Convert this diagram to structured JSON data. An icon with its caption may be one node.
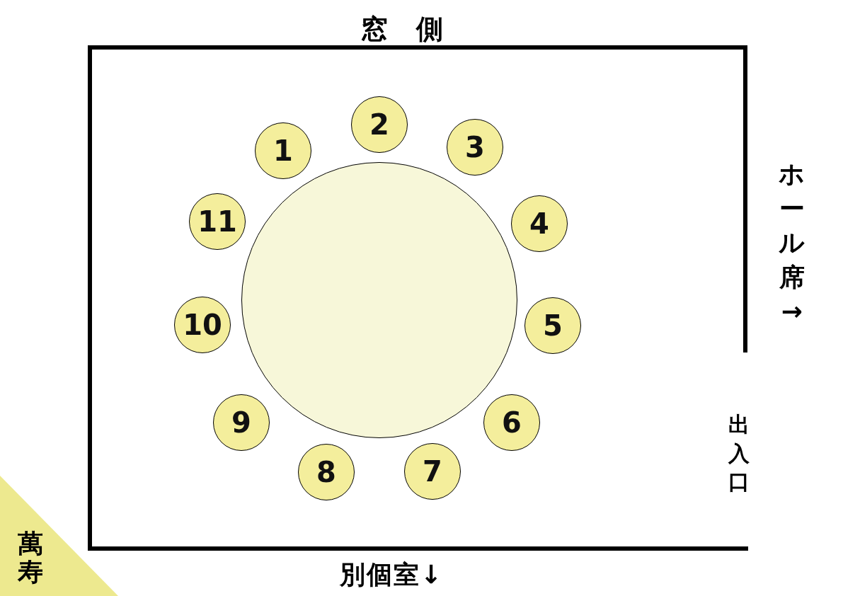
{
  "diagram": {
    "nodes": [
      {
        "text": [],
        "shape": "box"
      },
      {
        "text": [],
        "shape": "circle",
        "in": 0
      },
      {
        "text": [
          "1"
        ],
        "in": 0
      },
      {
        "text": [
          "2"
        ],
        "in": 0
      },
      {
        "text": [
          "3"
        ],
        "in": 0
      },
      {
        "text": [
          "4"
        ],
        "in": 0
      },
      {
        "text": [
          "5"
        ],
        "in": 0
      },
      {
        "text": [
          "6"
        ],
        "in": 0
      },
      {
        "text": [
          "7"
        ],
        "in": 0
      },
      {
        "text": [
          "8"
        ],
        "in": 0
      },
      {
        "text": [
          "9"
        ],
        "in": 0
      },
      {
        "text": [
          "10"
        ],
        "in": 0
      },
      {
        "text": [
          "11"
        ],
        "in": 0
      },
      {
        "text": [
          "萬寿"
        ]
      }
    ],
    "edges": [],
    "labels": [
      "窓側",
      "ホール席→",
      "出入口",
      "別個室↓"
    ]
  }
}
